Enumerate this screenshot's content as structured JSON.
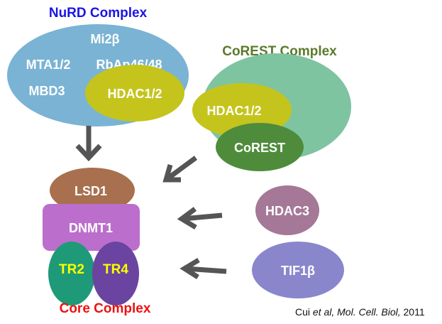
{
  "nurd": {
    "title": "NuRD Complex",
    "title_color": "#1a14e6",
    "fill": "#7ab3d4",
    "components": {
      "mi2b": "Mi2β",
      "mta": "MTA1/2",
      "rbap": "RbAp46/48",
      "mbd3": "MBD3",
      "hdac": "HDAC1/2"
    },
    "hdac_fill": "#c4c41c"
  },
  "corest": {
    "title": "CoREST Complex",
    "title_color": "#5a7a2a",
    "fill": "#7ec4a0",
    "components": {
      "hdac": "HDAC1/2",
      "corest": "CoREST"
    },
    "hdac_fill": "#c4c41c",
    "corest_fill": "#4e8c3c"
  },
  "core": {
    "title": "Core Complex",
    "title_color": "#ee1111",
    "components": {
      "lsd1": "LSD1",
      "dnmt1": "DNMT1",
      "tr2": "TR2",
      "tr4": "TR4"
    },
    "colors": {
      "lsd1": "#a8704e",
      "dnmt1": "#bb6ecc",
      "tr2": "#1e9a78",
      "tr4": "#6a44a0"
    }
  },
  "partners": {
    "hdac3": "HDAC3",
    "hdac3_fill": "#a47896",
    "tif1b": "TIF1β",
    "tif1b_fill": "#8a86cc"
  },
  "arrow_color": "#555555",
  "citation": {
    "author": "Cui ",
    "etal": "et al, Mol. Cell. Biol,",
    "year": " 2011"
  }
}
